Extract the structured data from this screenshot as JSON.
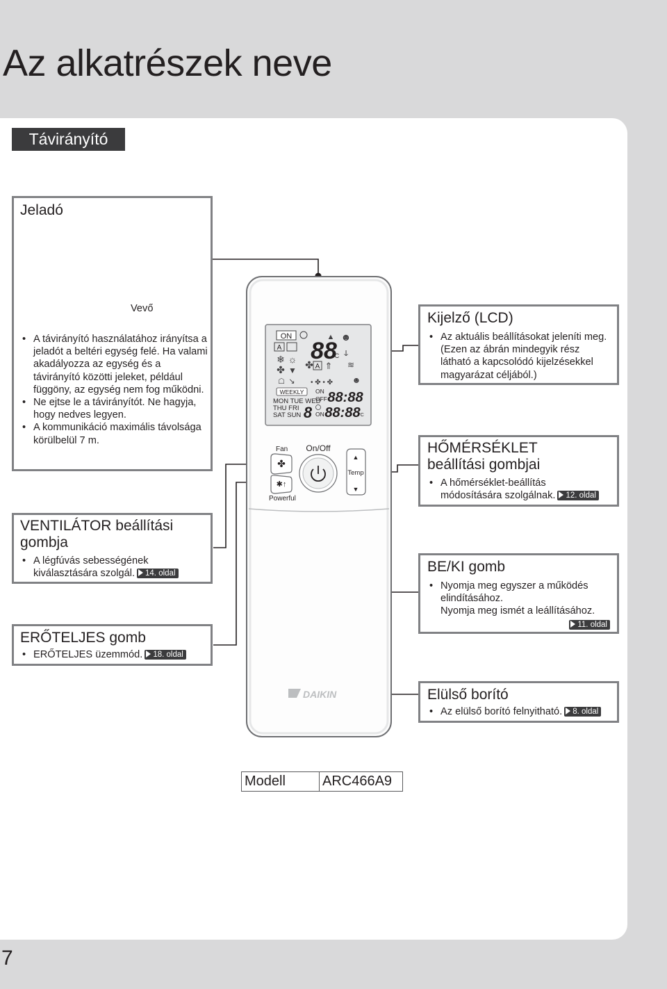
{
  "title": "Az alkatrészek neve",
  "section": "Távirányító",
  "page_number": "7",
  "transmitter": {
    "title": "Jeladó",
    "receiver_label": "Vevő",
    "bullets": [
      "A távirányító használatához irányítsa a jeladót a beltéri egység felé. Ha valami akadályozza az egység és a távirányító közötti jeleket, például függöny, az egység nem fog működni.",
      "Ne ejtse le a távirányítót. Ne hagyja, hogy nedves legyen.",
      "A kommunikáció maximális távolsága körülbelül 7 m."
    ]
  },
  "display": {
    "title": "Kijelző (LCD)",
    "bullet": "Az aktuális beállításokat jeleníti meg. (Ezen az ábrán mindegyik rész látható a kapcsolódó kijelzésekkel magyarázat céljából.)"
  },
  "temperature": {
    "title_line1": "HŐMÉRSÉKLET",
    "title_line2": "beállítási gombjai",
    "bullet": "A hőmérséklet-beállítás módosítására szolgálnak.",
    "ref": "12. oldal"
  },
  "fan": {
    "title_line1": "VENTILÁTOR beállítási",
    "title_line2": "gombja",
    "bullet": "A légfúvás sebességének kiválasztására szolgál.",
    "ref": "14. oldal"
  },
  "onoff": {
    "title": "BE/KI gomb",
    "bullet_line1": "Nyomja meg egyszer a működés elindításához.",
    "bullet_line2": "Nyomja meg ismét a leállításához.",
    "ref": "11. oldal"
  },
  "powerful": {
    "title": "ERŐTELJES gomb",
    "bullet": "ERŐTELJES üzemmód.",
    "ref": "18. oldal"
  },
  "front_cover": {
    "title": "Elülső borító",
    "bullet": "Az elülső borító felnyitható.",
    "ref": "8. oldal"
  },
  "remote": {
    "lcd_on": "ON",
    "lcd_digits": "88",
    "lcd_unit": "°C",
    "lcd_weekly": "WEEKLY",
    "lcd_days_1": "MON TUE WED",
    "lcd_days_2": "THU FRI",
    "lcd_days_3": "SAT SUN",
    "lcd_day_digit": "8",
    "lcd_timer_on": "ON",
    "lcd_timer_off": "OFF",
    "lcd_time_1": "88:88",
    "lcd_time_2": "88:88",
    "lcd_timer_on2": "ON",
    "lcd_unit2": "°C",
    "fan_label": "Fan",
    "onoff_label": "On/Off",
    "temp_label": "Temp",
    "powerful_label": "Powerful",
    "brand": "DAIKIN"
  },
  "model": {
    "label": "Modell",
    "value": "ARC466A9"
  }
}
